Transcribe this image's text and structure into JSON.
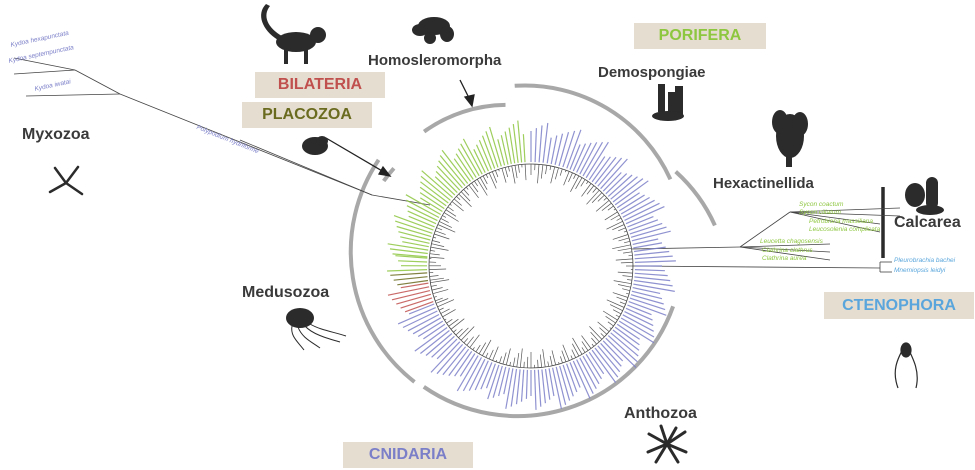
{
  "phyla": {
    "porifera": "PORIFERA",
    "bilateria": "BILATERIA",
    "placozoa": "PLACOZOA",
    "cnidaria": "CNIDARIA",
    "ctenophora": "CTENOPHORA"
  },
  "groups": {
    "homoscleromorpha": "Homosleromorpha",
    "demospongiae": "Demospongiae",
    "hexactinellida": "Hexactinellida",
    "calcarea": "Calcarea",
    "myxozoa": "Myxozoa",
    "medusozoa": "Medusozoa",
    "anthozoa": "Anthozoa"
  },
  "taxa": {
    "kudoa_1": "Kydoa hexapunctata",
    "kudoa_2": "Kydoa septempunctata",
    "kudoa_3": "Kydoa iwatai",
    "polypodium": "Polypodium hydriforme",
    "sycon_coactum": "Sycon coactum",
    "sycon_ciliatum": "Sycon ciliatum",
    "petrobiona": "Petrobiona massiliana",
    "leucosolenia": "Leucosolenia complicata",
    "leucetta": "Leucetta chagosensis",
    "clathrina_clathrus": "Clathrina clathrus",
    "clathrina_aurea": "Clathrina aurea",
    "pleurobrachia": "Pleurobrachia bachei",
    "mnemiopsis": "Mnemiopsis leidyi"
  },
  "colors": {
    "porifera": "#8dc63f",
    "bilateria": "#c0504d",
    "placozoa": "#6b6b20",
    "cnidaria": "#7b7fc8",
    "ctenophora": "#5aa6dc",
    "myxozoa": "#7b7fc8",
    "box": "#e5ddd0",
    "arc": "#a8a8a8",
    "tree": "#444444",
    "silhouette": "#2b2b2b"
  }
}
